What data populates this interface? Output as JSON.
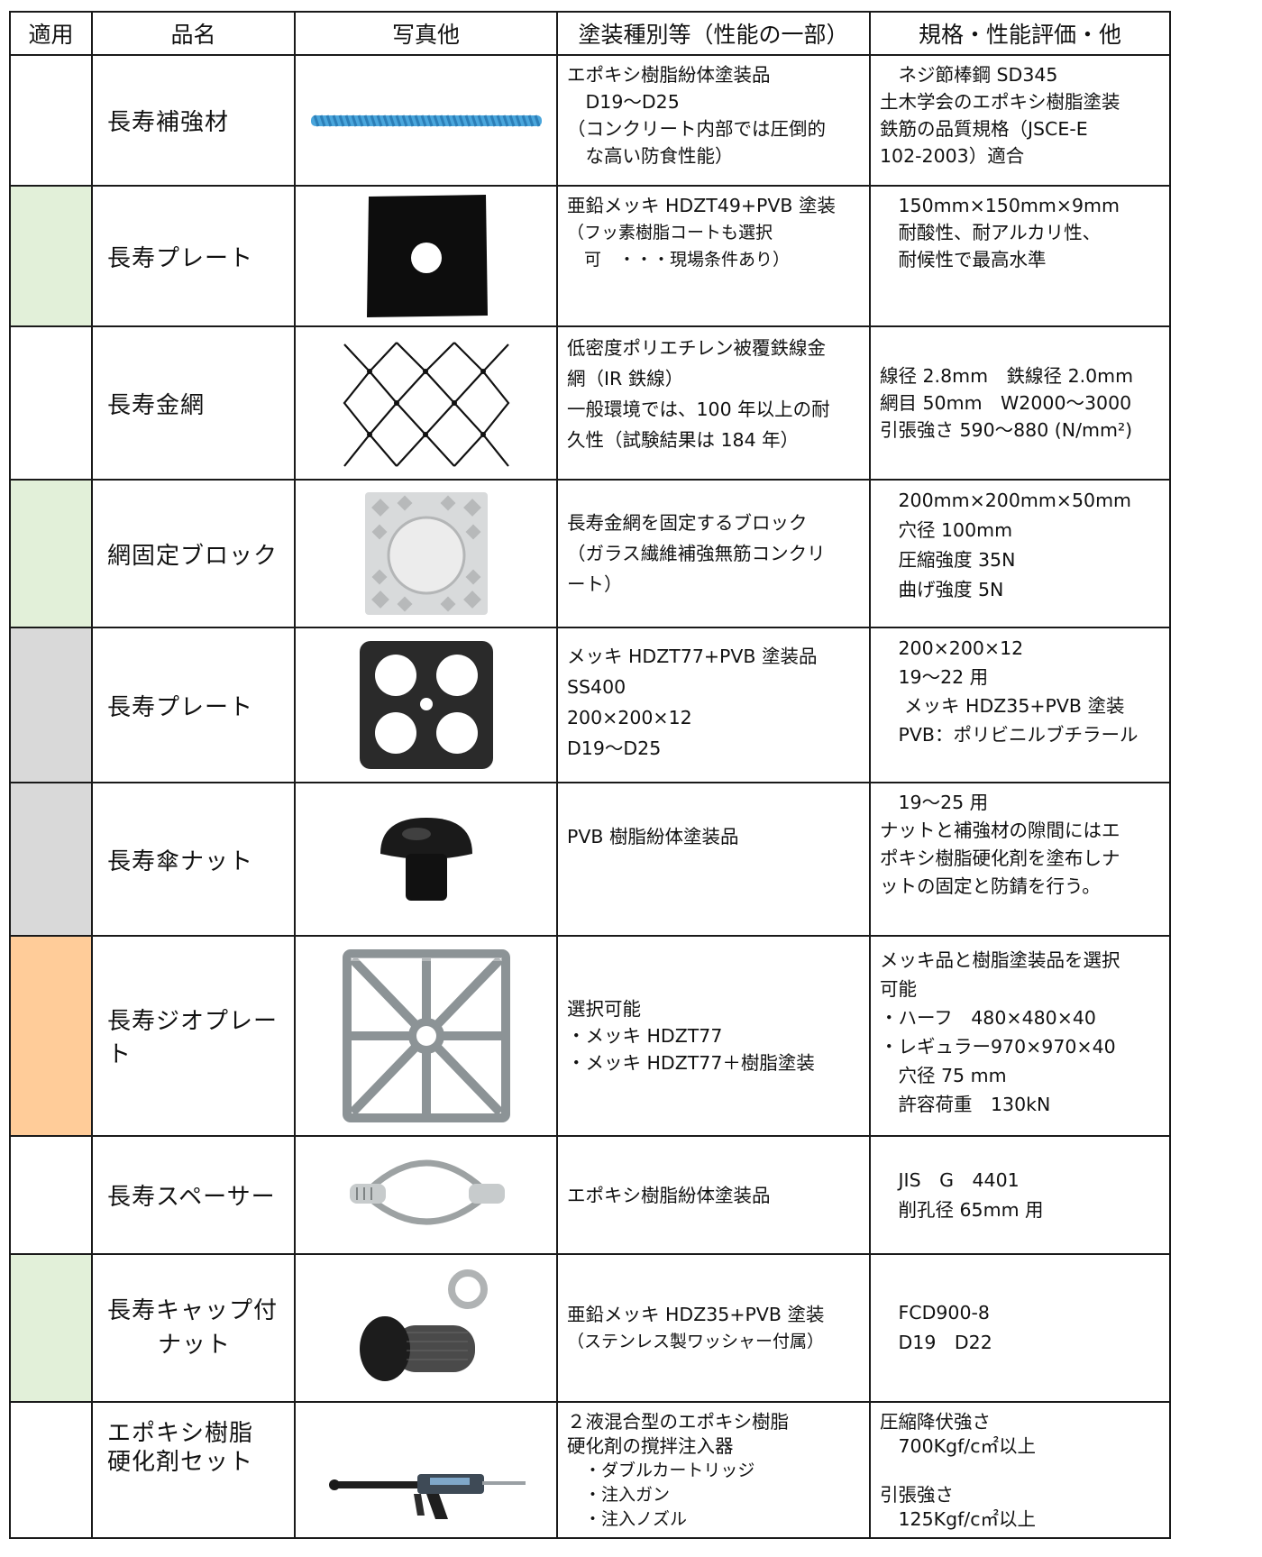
{
  "headers": [
    "適用",
    "品名",
    "写真他",
    "塗装種別等（性能の一部）",
    "規格・性能評価・他"
  ],
  "colors": {
    "green": "#e2f0d9",
    "gray": "#d9d9d9",
    "orange": "#ffcc99",
    "white": "#ffffff"
  },
  "rows": [
    {
      "apply_color": "white",
      "name": [
        "長寿補強材"
      ],
      "photo": "blue-threaded-rebar",
      "coating": [
        "エポキシ樹脂紛体塗装品",
        "　D19～D25",
        "（コンクリート内部では圧倒的",
        "　な高い防食性能）"
      ],
      "spec": [
        "　ネジ節棒鋼 SD345",
        "土木学会のエポキシ樹脂塗装",
        "鉄筋の品質規格（JSCE-E",
        "102-2003）適合"
      ]
    },
    {
      "apply_color": "green",
      "name": [
        "長寿プレート"
      ],
      "photo": "black-square-plate",
      "coating": [
        "亜鉛メッキ HDZT49+PVB 塗装",
        "（フッ素樹脂コートも選択",
        "　可　・・・現場条件あり）"
      ],
      "spec": [
        "　150mm×150mm×9mm",
        "　耐酸性、耐アルカリ性、",
        "　耐候性で最高水準"
      ]
    },
    {
      "apply_color": "white",
      "name": [
        "長寿金網"
      ],
      "photo": "chain-link-mesh",
      "coating": [
        "低密度ポリエチレン被覆鉄線金",
        "網（IR 鉄線）",
        "一般環境では、100 年以上の耐",
        "久性（試験結果は 184 年）"
      ],
      "spec": [
        "線径 2.8mm　鉄線径 2.0mm",
        "網目 50mm　W2000～3000",
        "引張強さ 590～880 (N/mm²)"
      ]
    },
    {
      "apply_color": "green",
      "name": [
        "網固定ブロック"
      ],
      "photo": "concrete-block",
      "coating": [
        "長寿金網を固定するブロック",
        "（ガラス繊維補強無筋コンクリ",
        "ート）"
      ],
      "spec": [
        "　200mm×200mm×50mm",
        "　穴径 100mm",
        "　圧縮強度 35N",
        "　曲げ強度 5N"
      ]
    },
    {
      "apply_color": "gray",
      "name": [
        "長寿プレート"
      ],
      "photo": "four-hole-plate",
      "coating": [
        "メッキ HDZT77+PVB 塗装品",
        "SS400",
        "200×200×12",
        "D19～D25"
      ],
      "spec": [
        "　200×200×12",
        "　19～22 用",
        "　 メッキ HDZ35+PVB 塗装",
        "　PVB：ポリビニルブチラール"
      ]
    },
    {
      "apply_color": "gray",
      "name": [
        "長寿傘ナット"
      ],
      "photo": "umbrella-nut",
      "coating": [
        "PVB 樹脂紛体塗装品"
      ],
      "spec": [
        "　19～25 用",
        "ナットと補強材の隙間にはエ",
        "ポキシ樹脂硬化剤を塗布しナ",
        "ットの固定と防錆を行う。"
      ]
    },
    {
      "apply_color": "orange",
      "name": [
        "長寿ジオプレート"
      ],
      "photo": "geo-plate",
      "coating": [
        "選択可能",
        "・メッキ HDZT77",
        "・メッキ HDZT77＋樹脂塗装"
      ],
      "spec": [
        "メッキ品と樹脂塗装品を選択",
        "可能",
        "・ハーフ　480×480×40",
        "・レギュラー970×970×40",
        "　穴径 75 mm",
        "　許容荷重　130kN"
      ]
    },
    {
      "apply_color": "white",
      "name": [
        "長寿スペーサー"
      ],
      "photo": "spacer",
      "coating": [
        "エポキシ樹脂紛体塗装品"
      ],
      "spec": [
        "　JIS　G　4401",
        "　削孔径 65mm 用"
      ]
    },
    {
      "apply_color": "green",
      "name": [
        "長寿キャップ付",
        "ナット"
      ],
      "photo": "cap-nut",
      "coating": [
        "亜鉛メッキ HDZ35+PVB 塗装",
        "（ステンレス製ワッシャー付属）"
      ],
      "spec": [
        "　FCD900-8",
        "　D19　D22"
      ]
    },
    {
      "apply_color": "white",
      "name": [
        "エポキシ樹脂",
        "硬化剤セット"
      ],
      "photo": "dispenser-gun",
      "coating": [
        "２液混合型のエポキシ樹脂",
        "硬化剤の撹拌注入器",
        "　・ダブルカートリッジ",
        "　・注入ガン",
        "　・注入ノズル"
      ],
      "spec": [
        "圧縮降伏強さ",
        "　700Kgf/c㎡以上",
        "",
        "引張強さ",
        "　125Kgf/c㎡以上"
      ]
    }
  ]
}
